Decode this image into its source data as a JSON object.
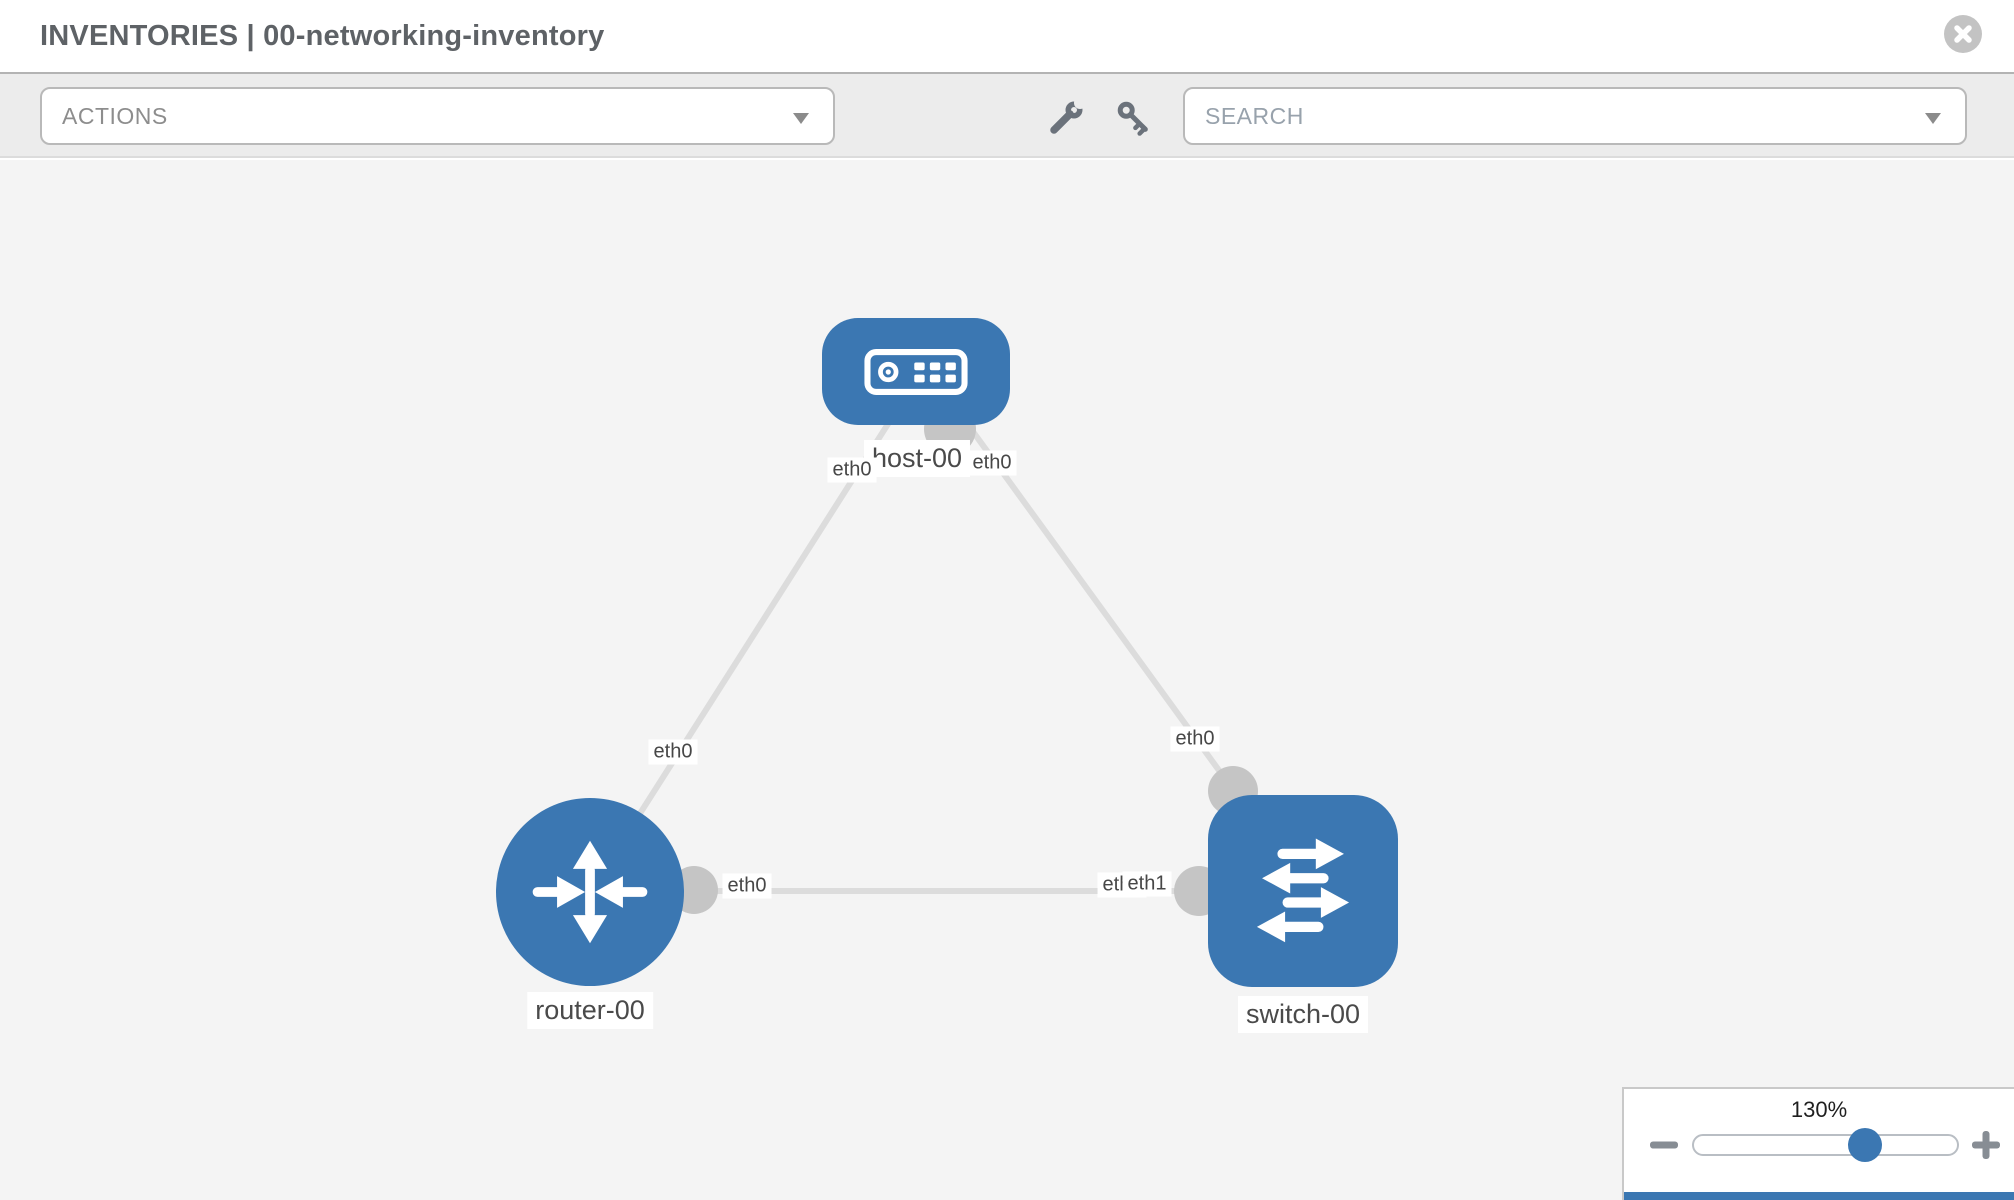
{
  "window": {
    "title": "INVENTORIES | 00-networking-inventory"
  },
  "toolbar": {
    "actions_label": "ACTIONS",
    "search_placeholder": "SEARCH"
  },
  "diagram": {
    "nodes": [
      {
        "id": "host-00",
        "label": "host-00",
        "type": "host",
        "shape": "rounded-rect",
        "icon": "server-icon"
      },
      {
        "id": "router-00",
        "label": "router-00",
        "type": "router",
        "shape": "circle",
        "icon": "router-arrows-icon"
      },
      {
        "id": "switch-00",
        "label": "switch-00",
        "type": "switch",
        "shape": "rounded-square",
        "icon": "switch-arrows-icon"
      }
    ],
    "links": [
      {
        "from": "host-00",
        "from_interface": "eth0",
        "to": "router-00",
        "to_interface": "eth0"
      },
      {
        "from": "host-00",
        "from_interface": "eth0",
        "to": "switch-00",
        "to_interface": "eth0"
      },
      {
        "from": "router-00",
        "from_interface": "eth0",
        "to": "switch-00",
        "to_interface": "eth1"
      }
    ],
    "interface_labels": {
      "host_to_router": "eth0",
      "host_to_switch": "eth0",
      "router_to_host": "eth0",
      "router_to_switch": "eth0",
      "switch_to_host": "eth0",
      "switch_to_router_back": "eth0",
      "switch_to_router_front": "eth1"
    }
  },
  "zoom": {
    "value_label": "130%",
    "percent": 130
  },
  "colors": {
    "node_blue": "#3b77b2",
    "link_gray": "#dcdcdc",
    "interface_gray": "#c5c5c5",
    "canvas_bg": "#f4f4f4",
    "toolbar_bg": "#ececec",
    "title_gray": "#5e6266"
  }
}
